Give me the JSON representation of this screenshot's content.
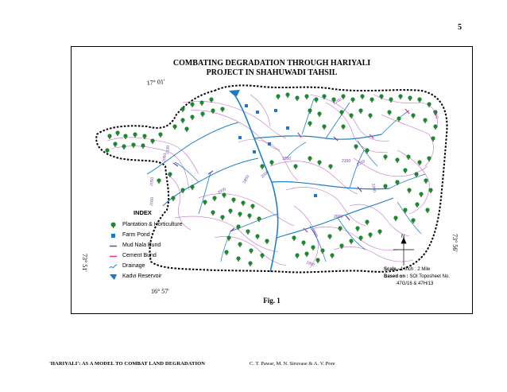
{
  "page_number": "5",
  "figure": {
    "title_line1": "COMBATING  DEGRADATION THROUGH HARIYALI",
    "title_line2": "PROJECT IN SHAHUWADI TAHSIL",
    "caption": "Fig. 1",
    "coords": {
      "top": "17° 01'",
      "bottom": "16° 57'",
      "left": "73° 51'",
      "right": "73° 56'"
    },
    "contour_labels": [
      "2100",
      "2150",
      "2050",
      "1850",
      "2000",
      "2150",
      "2200",
      "2000",
      "2000",
      "1850",
      "2050",
      "2150",
      "2100",
      "2000",
      "1950",
      "1850"
    ],
    "north_label": "N",
    "index": {
      "title": "INDEX",
      "items": [
        {
          "label": "Plantation & Horticulture",
          "icon": "tree-icon"
        },
        {
          "label": "Farm Pond",
          "icon": "square-icon"
        },
        {
          "label": "Mud Nala Bund",
          "icon": "purple-line-icon"
        },
        {
          "label": "Cement Bund",
          "icon": "pink-line-icon"
        },
        {
          "label": "Drainage",
          "icon": "drainage-icon"
        },
        {
          "label": "Kadvi Reservoir",
          "icon": "reservoir-icon"
        }
      ]
    },
    "scale": {
      "label": "Scale -",
      "value": "1 Inch : 2 Mile",
      "based_label": "Based on :",
      "based_value": "SOI Toposheet No.",
      "sheets": "47G/16 & 47H/13"
    },
    "colors": {
      "drainage": "#1e7fc8",
      "contour": "#c070c8",
      "tree_crown": "#1a8a30",
      "tree_trunk": "#6b3a1a",
      "pond": "#1e78c8",
      "mud_bund": "#7a3fa0",
      "cement_bund": "#e0308a"
    }
  },
  "footer": {
    "left": "'HARIYALI': AS A MODEL TO COMBAT LAND DEGRADATION",
    "right": "C. T. Pawar, M. N. Siruvase & A. V. Pore"
  }
}
